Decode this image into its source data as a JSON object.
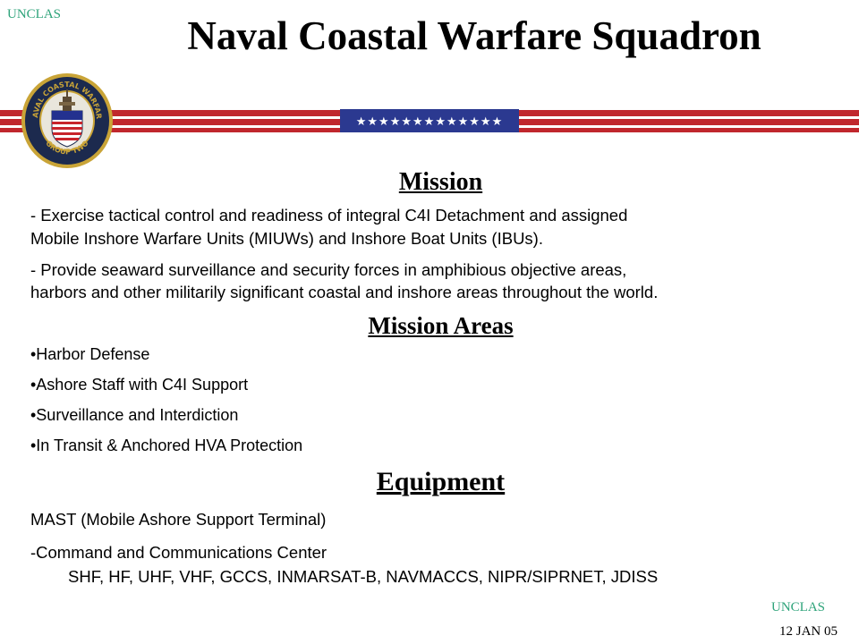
{
  "header": {
    "classification_top": "UNCLAS",
    "title": "Naval Coastal Warfare Squadron"
  },
  "emblem": {
    "ring_text_top": "NAVAL COASTAL WARFARE",
    "ring_text_bottom": "GROUP TWO",
    "colors": {
      "navy": "#1c2a4e",
      "gold": "#c9a437",
      "red": "#c8242b",
      "blue": "#23318f"
    }
  },
  "banner": {
    "stars": "★★★★★★★★★★★★★",
    "colors": {
      "red": "#c0272d",
      "blue": "#2b3990",
      "white": "#ffffff"
    }
  },
  "mission": {
    "heading": "Mission",
    "paragraphs": [
      {
        "line1": "- Exercise tactical control and readiness of integral C4I Detachment and assigned",
        "line2": "Mobile Inshore Warfare Units (MIUWs) and Inshore Boat Units (IBUs)."
      },
      {
        "line1": "- Provide seaward surveillance and security forces in amphibious objective areas,",
        "line2": "harbors and other militarily significant coastal and inshore areas throughout the world."
      }
    ]
  },
  "mission_areas": {
    "heading": "Mission Areas",
    "items": [
      "•Harbor Defense",
      "•Ashore Staff with C4I Support",
      "•Surveillance and Interdiction",
      "•In Transit & Anchored HVA Protection"
    ]
  },
  "equipment": {
    "heading": "Equipment",
    "system": "MAST (Mobile Ashore Support Terminal)",
    "component": "-Command and Communications Center",
    "networks": "SHF, HF, UHF, VHF, GCCS, INMARSAT-B, NAVMACCS, NIPR/SIPRNET, JDISS"
  },
  "footer": {
    "classification_bottom": "UNCLAS",
    "date": "12 JAN 05"
  }
}
